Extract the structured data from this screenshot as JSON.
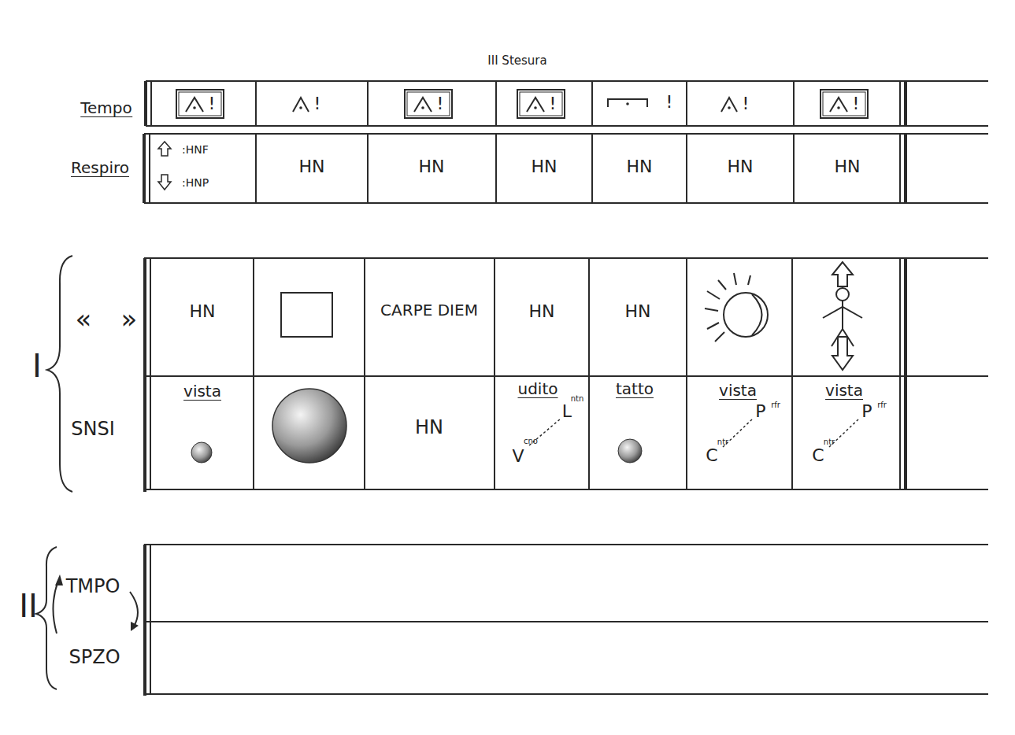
{
  "diagram": {
    "title": "III Stesura",
    "labels": [
      "Tempo",
      "Respiro",
      "!",
      "!",
      "!",
      "!",
      "!",
      "!",
      "!",
      ":HNF",
      ":HNP",
      "HN",
      "HN",
      "HN",
      "HN",
      "HN",
      "HN",
      "I",
      "«",
      "»",
      "SNSI",
      "HN",
      "CARPE DIEM",
      "HN",
      "HN",
      "vista",
      "HN",
      "udito",
      "V",
      "cno",
      "L",
      "ntn",
      "tatto",
      "vista",
      "C",
      "ntr",
      "P",
      "rfr",
      "vista",
      "C",
      "ntr",
      "P",
      "rfr",
      "II",
      "TMPO",
      "SPZO"
    ]
  }
}
